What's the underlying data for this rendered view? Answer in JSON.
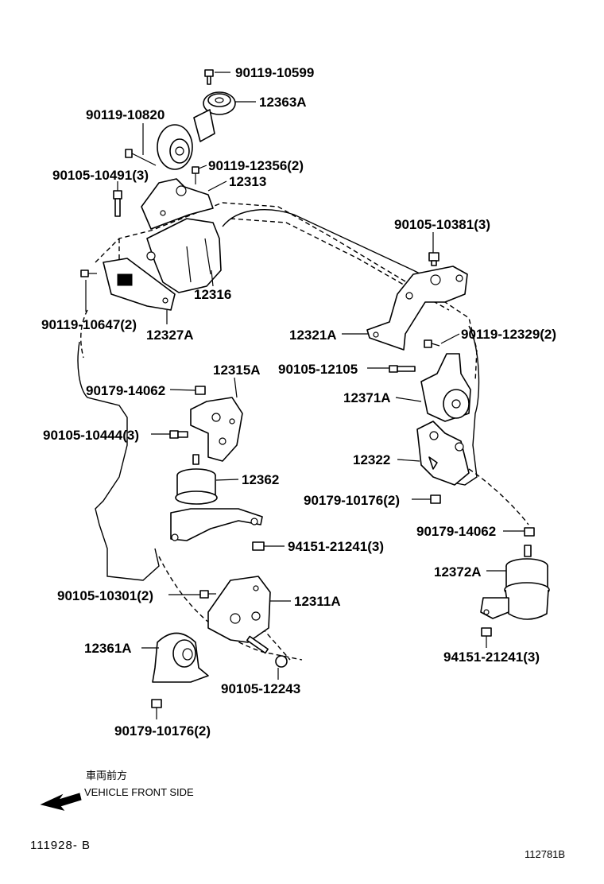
{
  "parts": {
    "p90119_10599": "90119-10599",
    "p12363A": "12363A",
    "p90119_10820": "90119-10820",
    "p90119_12356": "90119-12356(2)",
    "p90105_10491": "90105-10491(3)",
    "p12313": "12313",
    "p90105_10381": "90105-10381(3)",
    "p12316": "12316",
    "p90119_10647": "90119-10647(2)",
    "p12327A": "12327A",
    "p12321A": "12321A",
    "p90119_12329": "90119-12329(2)",
    "p12315A": "12315A",
    "p90105_12105": "90105-12105",
    "p90179_14062_left": "90179-14062",
    "p12371A": "12371A",
    "p90105_10444": "90105-10444(3)",
    "p12362": "12362",
    "p12322": "12322",
    "p90179_10176_right": "90179-10176(2)",
    "p90179_14062_right": "90179-14062",
    "p94151_21241_left": "94151-21241(3)",
    "p12372A": "12372A",
    "p90105_10301": "90105-10301(2)",
    "p12311A": "12311A",
    "p12361A": "12361A",
    "p94151_21241_right": "94151-21241(3)",
    "p90105_12243": "90105-12243",
    "p90179_10176_bottom": "90179-10176(2)"
  },
  "legend": {
    "jp": "車両前方",
    "en": "VEHICLE FRONT SIDE"
  },
  "codes": {
    "left": "111928- B",
    "right": "112781B"
  },
  "icons": {
    "direction": "arrow-left-icon"
  }
}
